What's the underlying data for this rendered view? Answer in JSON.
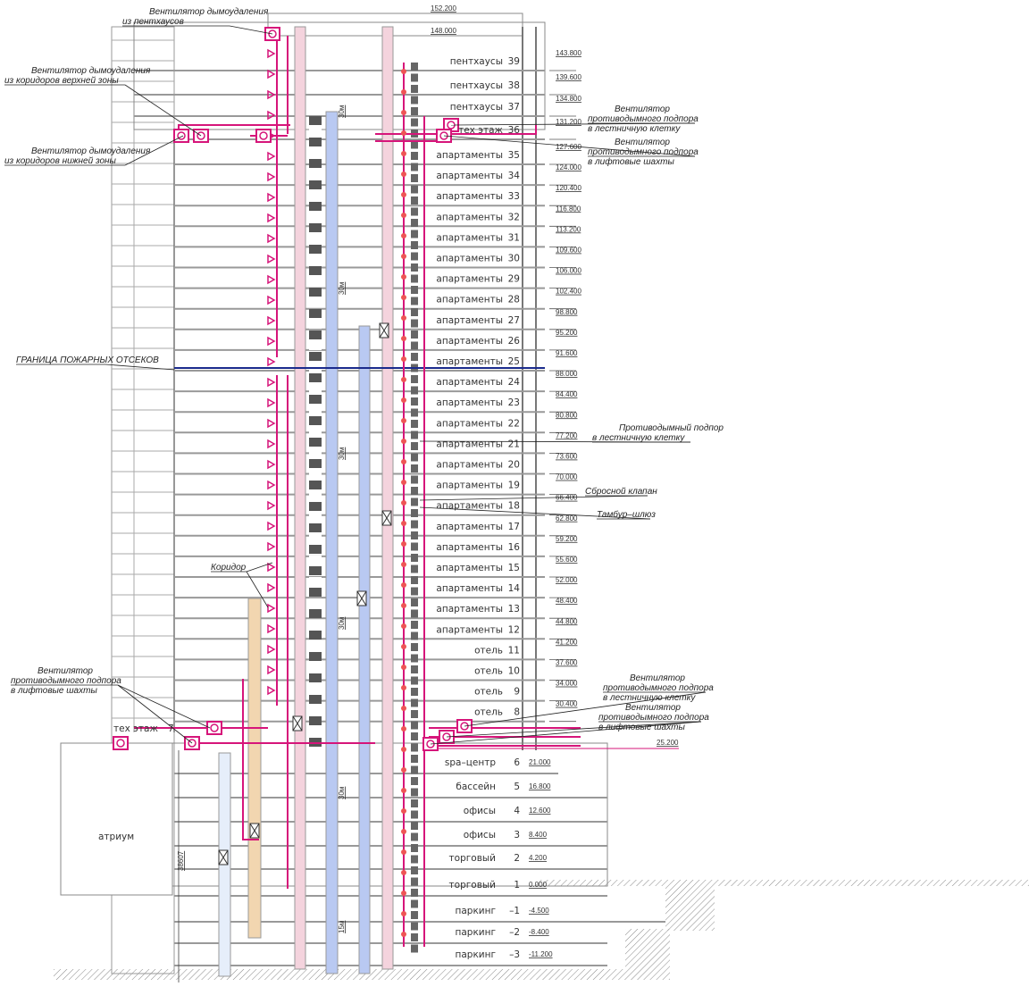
{
  "drawing": {
    "top_elevations": [
      "152.200",
      "148.000"
    ],
    "floors_upper": [
      {
        "name": "пентхаусы",
        "num": "39",
        "elev": "143.800"
      },
      {
        "name": "пентхаусы",
        "num": "38",
        "elev": "139.600"
      },
      {
        "name": "пентхаусы",
        "num": "37",
        "elev": "134.800"
      },
      {
        "name": "тех этаж",
        "num": "36",
        "elev": "131.200"
      },
      {
        "name": "апартаменты",
        "num": "35",
        "elev": "127.600"
      },
      {
        "name": "апартаменты",
        "num": "34",
        "elev": "124.000"
      },
      {
        "name": "апартаменты",
        "num": "33",
        "elev": "120.400"
      },
      {
        "name": "апартаменты",
        "num": "32",
        "elev": "116.800"
      },
      {
        "name": "апартаменты",
        "num": "31",
        "elev": "113.200"
      },
      {
        "name": "апартаменты",
        "num": "30",
        "elev": "109.600"
      },
      {
        "name": "апартаменты",
        "num": "29",
        "elev": "106.000"
      },
      {
        "name": "апартаменты",
        "num": "28",
        "elev": "102.400"
      },
      {
        "name": "апартаменты",
        "num": "27",
        "elev": "98.800"
      },
      {
        "name": "апартаменты",
        "num": "26",
        "elev": "95.200"
      },
      {
        "name": "апартаменты",
        "num": "25",
        "elev": "91.600"
      },
      {
        "name": "апартаменты",
        "num": "24",
        "elev": "88.000"
      },
      {
        "name": "апартаменты",
        "num": "23",
        "elev": "84.400"
      },
      {
        "name": "апартаменты",
        "num": "22",
        "elev": "80.800"
      },
      {
        "name": "апартаменты",
        "num": "21",
        "elev": "77.200"
      },
      {
        "name": "апартаменты",
        "num": "20",
        "elev": "73.600"
      },
      {
        "name": "апартаменты",
        "num": "19",
        "elev": "70.000"
      },
      {
        "name": "апартаменты",
        "num": "18",
        "elev": "66.400"
      },
      {
        "name": "апартаменты",
        "num": "17",
        "elev": "62.800"
      },
      {
        "name": "апартаменты",
        "num": "16",
        "elev": "59.200"
      },
      {
        "name": "апартаменты",
        "num": "15",
        "elev": "55.600"
      },
      {
        "name": "апартаменты",
        "num": "14",
        "elev": "52.000"
      },
      {
        "name": "апартаменты",
        "num": "13",
        "elev": "48.400"
      },
      {
        "name": "апартаменты",
        "num": "12",
        "elev": "44.800"
      },
      {
        "name": "отель",
        "num": "11",
        "elev": "41.200"
      },
      {
        "name": "отель",
        "num": "10",
        "elev": "37.600"
      },
      {
        "name": "отель",
        "num": "9",
        "elev": "34.000"
      },
      {
        "name": "отель",
        "num": "8",
        "elev": "30.400"
      }
    ],
    "tech_floor_7": {
      "name": "тех этаж",
      "num": "7",
      "elev": "25.200"
    },
    "floors_lower": [
      {
        "name": "spa–центр",
        "num": "6",
        "elev": "21.000"
      },
      {
        "name": "бассейн",
        "num": "5",
        "elev": "16.800"
      },
      {
        "name": "офисы",
        "num": "4",
        "elev": "12.600"
      },
      {
        "name": "офисы",
        "num": "3",
        "elev": "8.400"
      },
      {
        "name": "торговый",
        "num": "2",
        "elev": "4.200"
      },
      {
        "name": "торговый",
        "num": "1",
        "elev": "0.000"
      },
      {
        "name": "паркинг",
        "num": "–1",
        "elev": "-4.500"
      },
      {
        "name": "паркинг",
        "num": "–2",
        "elev": "-8.400"
      },
      {
        "name": "паркинг",
        "num": "–3",
        "elev": "-11.200"
      }
    ],
    "atrium_label": "атриум",
    "height_dimension": "38607",
    "shaft_dims": [
      "30м",
      "30м",
      "30м",
      "30м",
      "30м",
      "15м"
    ],
    "annotations": [
      {
        "id": "smoke-fan-penthouse",
        "lines": [
          "Вентилятор дымоудаления",
          "из пентхаусов"
        ]
      },
      {
        "id": "smoke-fan-upper-corridors",
        "lines": [
          "Вентилятор дымоудаления",
          "из коридоров верхней зоны"
        ]
      },
      {
        "id": "smoke-fan-lower-corridors",
        "lines": [
          "Вентилятор дымоудаления",
          "из коридоров нижней зоны"
        ]
      },
      {
        "id": "pressure-fan-stair-top",
        "lines": [
          "Вентилятор",
          "противодымного подпора",
          "в лестничную клетку"
        ]
      },
      {
        "id": "pressure-fan-lift-top",
        "lines": [
          "Вентилятор",
          "противодымного подпора",
          "в лифтовые шахты"
        ]
      },
      {
        "id": "fire-compartment-boundary",
        "lines": [
          "ГРАНИЦА ПОЖАРНЫХ ОТСЕКОВ"
        ]
      },
      {
        "id": "pressure-stair",
        "lines": [
          "Противодымный подпор",
          "в лестничную клетку"
        ]
      },
      {
        "id": "relief-valve",
        "lines": [
          "Сбросной клапан"
        ]
      },
      {
        "id": "airlock",
        "lines": [
          "Тамбур–шлюз"
        ]
      },
      {
        "id": "corridor",
        "lines": [
          "Коридор"
        ]
      },
      {
        "id": "pressure-fan-lift-left",
        "lines": [
          "Вентилятор",
          "противодымного подпора",
          "в лифтовые шахты"
        ]
      },
      {
        "id": "pressure-fan-stair-low",
        "lines": [
          "Вентилятор",
          "противодымного подпора",
          "в лестничную клетку"
        ]
      },
      {
        "id": "pressure-fan-lift-low",
        "lines": [
          "Вентилятор",
          "противодымного подпора",
          "в лифтовые шахты"
        ]
      }
    ],
    "colors": {
      "duct": "#d6157a",
      "boundary": "#1a2a8c",
      "shaft_pink": "#f4d3dd",
      "shaft_blue": "#b9c9f2",
      "corridor_shaft": "#f2d6b0",
      "wall": "#777777"
    }
  }
}
